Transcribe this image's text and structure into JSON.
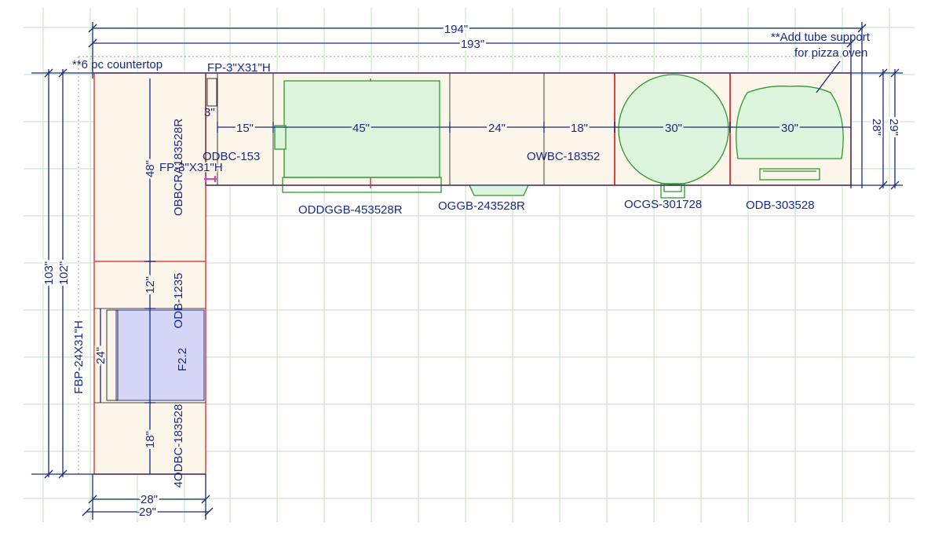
{
  "notes": {
    "countertop": "**6 pc countertop",
    "tube_line1": "**Add tube support",
    "tube_line2": "for pizza oven"
  },
  "dimensions": {
    "overall_outer": "194\"",
    "overall_inner": "193\"",
    "depth_outer_right": "29\"",
    "depth_inner_right": "28\"",
    "left_outer": "103\"",
    "left_inner": "102\"",
    "bottom_inner": "28\"",
    "bottom_outer": "29\"",
    "seg_15": "15\"",
    "seg_45": "45\"",
    "seg_24": "24\"",
    "seg_18": "18\"",
    "seg_30a": "30\"",
    "seg_30b": "30\"",
    "left_48": "48\"",
    "left_12": "12\"",
    "left_24": "24\"",
    "left_18": "18\"",
    "small_3": "3\""
  },
  "cabinets": {
    "fp_top": "FP-3\"X31\"H",
    "fp_mid": "FP-3\"X31\"H",
    "odbc_153": "ODBC-153",
    "oddggb": "ODDGGB-453528R",
    "oggb": "OGGB-243528R",
    "owbc": "OWBC-18352",
    "ocgs": "OCGS-301728",
    "odb_303528": "ODB-303528",
    "obbcra": "OBBCRA183528R",
    "odb_1235": "ODB-1235",
    "f22": "F2.2",
    "odbc_183528": "4ODBC-183528",
    "fbp": "FBP-24X31\"H"
  },
  "colors": {
    "grid": "#cde6cd",
    "dimension": "#1a2a80",
    "cabinet_fill": "#fcf6ea",
    "cabinet_edge": "#e04040",
    "appliance": "#2e9a2e",
    "appliance_fill": "#dcf5dc",
    "sink_fill": "#d6d6f7",
    "filler_mark": "#e040c0"
  }
}
